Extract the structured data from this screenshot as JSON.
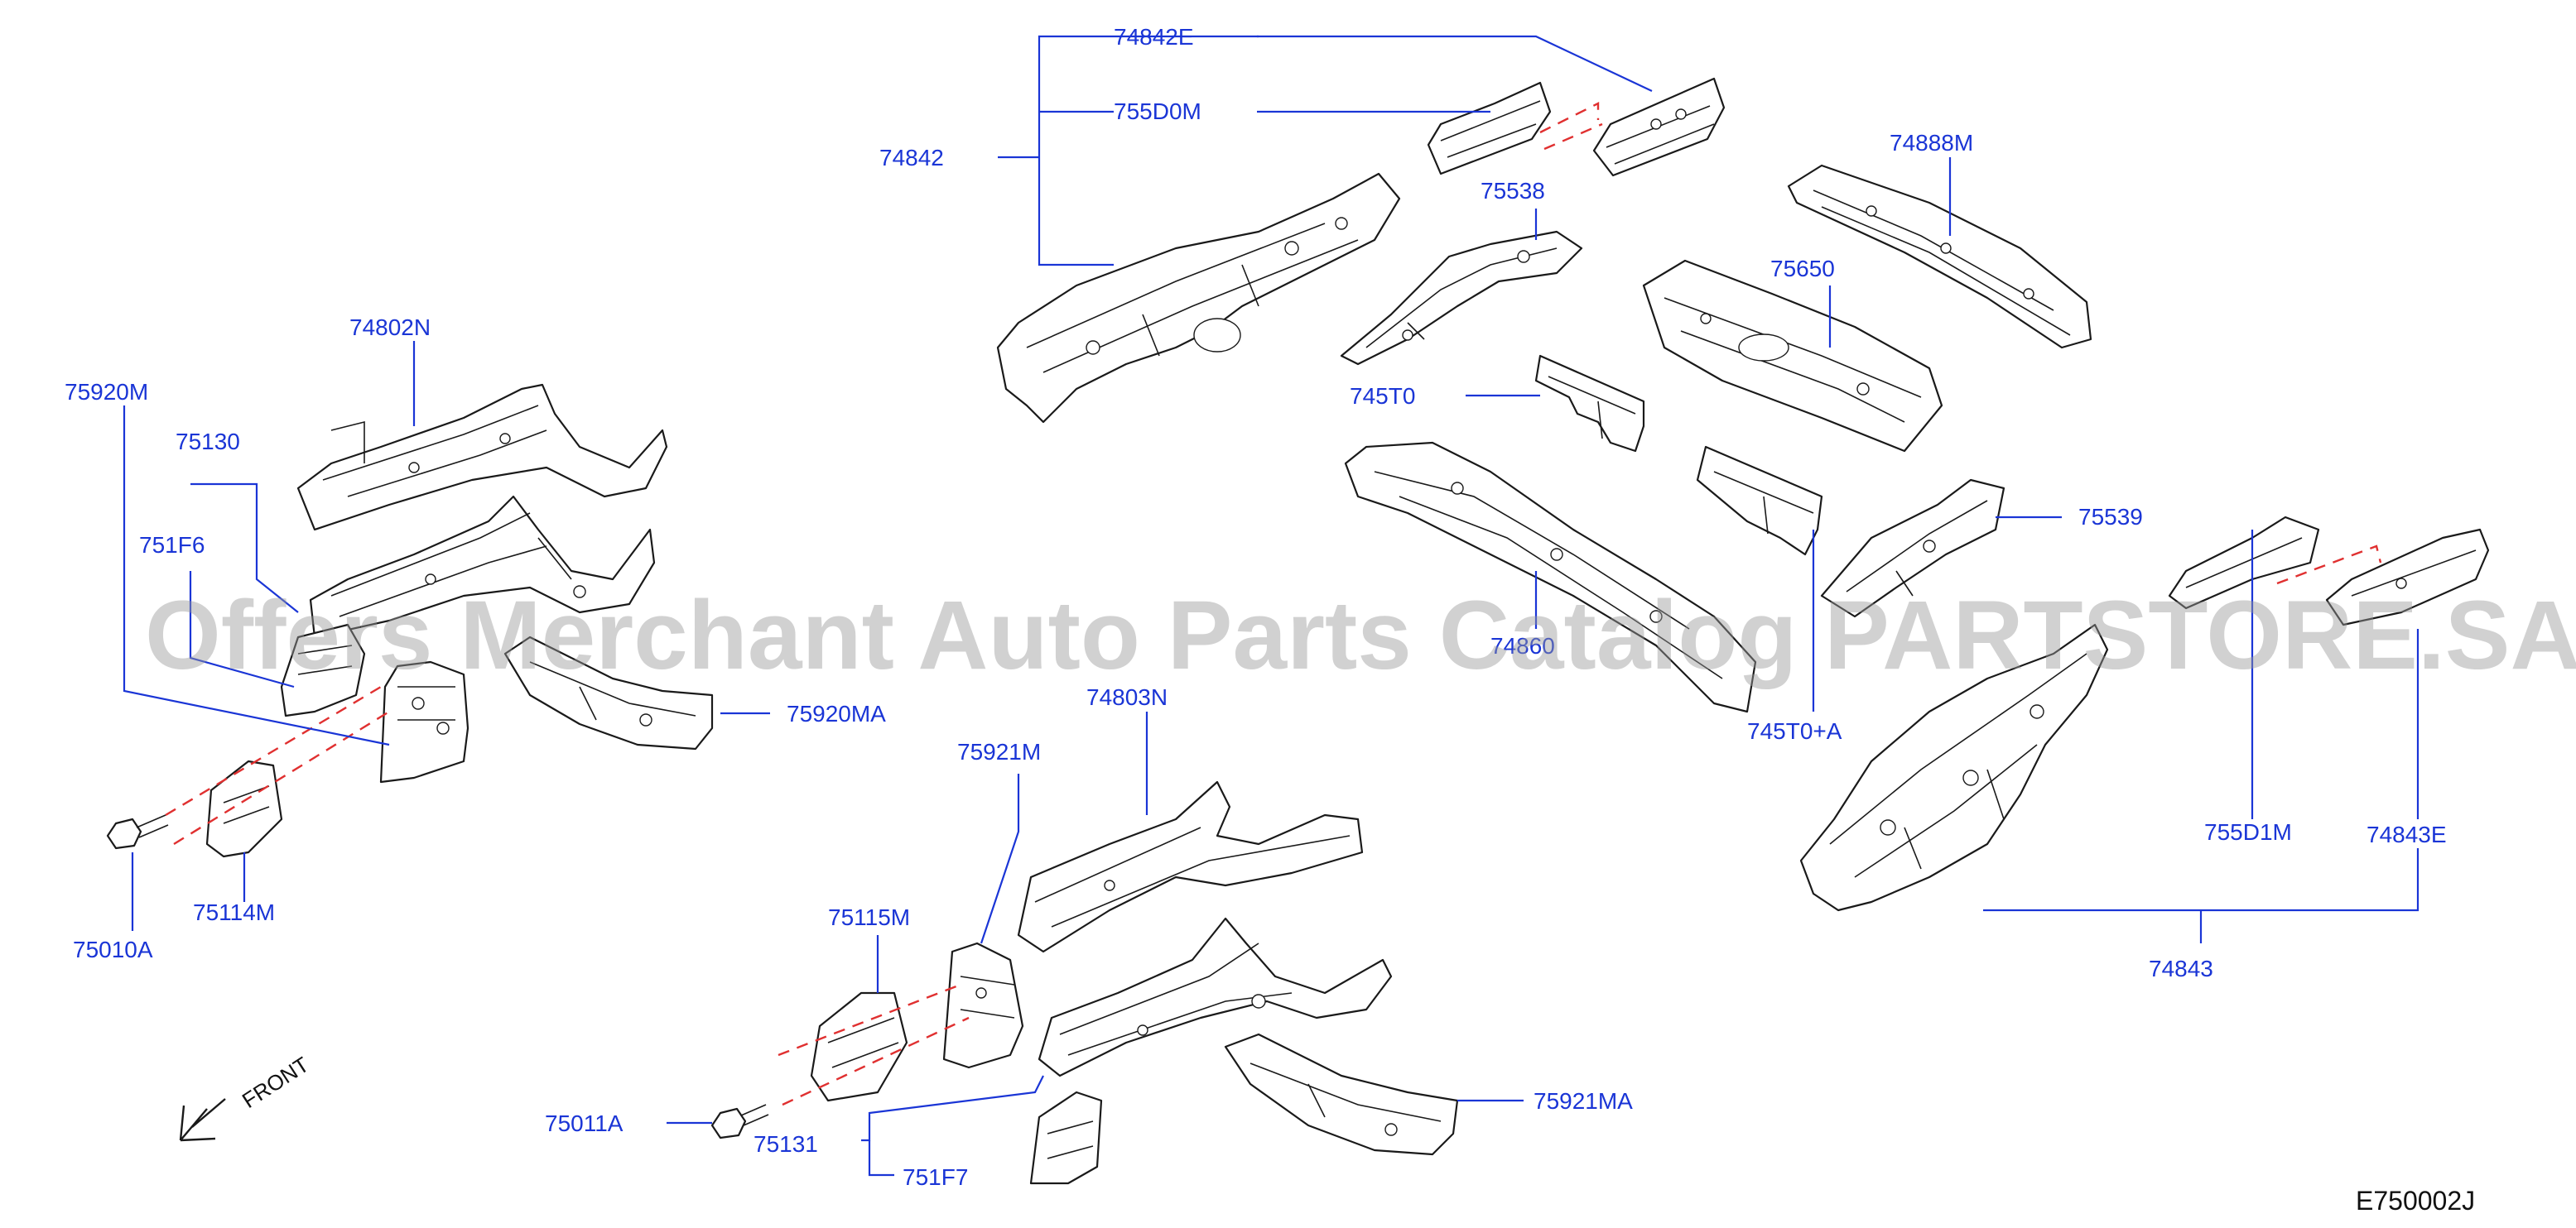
{
  "colors": {
    "leader": "#1a35d6",
    "cut_line": "#e03030",
    "outline": "#1a1a1a",
    "watermark": "#9a9a9a"
  },
  "callouts": {
    "p74842E": "74842E",
    "p755D0M": "755D0M",
    "p74842": "74842",
    "p74888M": "74888M",
    "p75538": "75538",
    "p75650": "75650",
    "p745T0": "745T0",
    "p74802N": "74802N",
    "p75920M": "75920M",
    "p75130": "75130",
    "p751F6": "751F6",
    "p75920MA": "75920MA",
    "p74860": "74860",
    "p745T0A": "745T0+A",
    "p75539": "75539",
    "p74803N": "74803N",
    "p75921M": "75921M",
    "p75115M": "75115M",
    "p75010A": "75010A",
    "p75114M": "75114M",
    "p755D1M": "755D1M",
    "p74843E": "74843E",
    "p74843": "74843",
    "p75921MA": "75921MA",
    "p75011A": "75011A",
    "p75131": "75131",
    "p751F7": "751F7"
  },
  "front_label": "FRONT",
  "diagram_code": "E750002J",
  "watermark": "Offers Merchant Auto Parts Catalog PARTSTORE.SA",
  "icons": [
    "front-arrow-icon",
    "bolt-icon"
  ]
}
